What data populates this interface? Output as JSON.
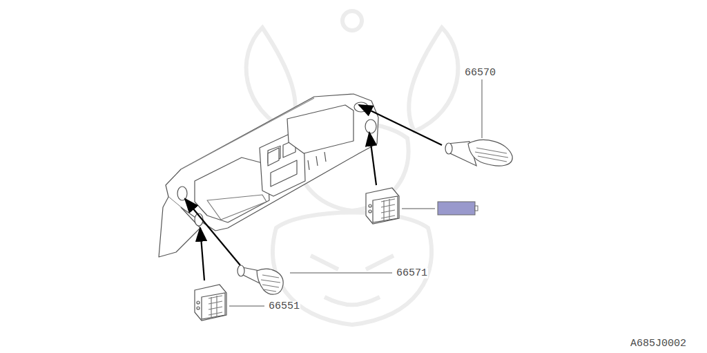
{
  "diagram": {
    "labels": [
      "66570",
      "66571",
      "66551",
      "A685J0002"
    ]
  }
}
